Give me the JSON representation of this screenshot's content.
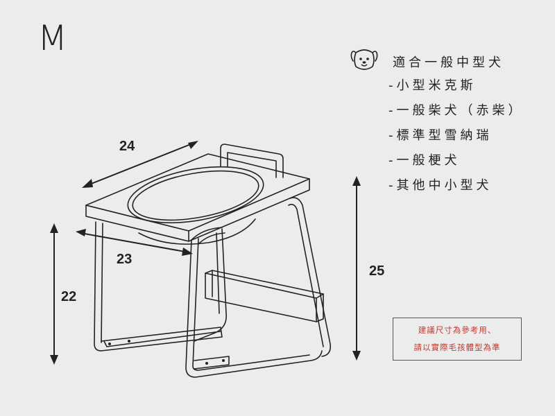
{
  "size_label": "M",
  "dimensions": {
    "top_width": "24",
    "top_depth": "23",
    "front_height": "22",
    "total_height": "25"
  },
  "suitability": {
    "title": "適合一般中型犬",
    "icon": "dog-face-icon",
    "breeds": [
      "-小型米克斯",
      "-一般柴犬（赤柴）",
      "-標準型雪納瑞",
      "-一般梗犬",
      "-其他中小型犬"
    ]
  },
  "note": {
    "line1": "建議尺寸為參考用、",
    "line2": "請以實際毛孩體型為準",
    "color": "#c0392b"
  },
  "colors": {
    "background": "#ececec",
    "line": "#222222",
    "note_text": "#c0392b"
  }
}
